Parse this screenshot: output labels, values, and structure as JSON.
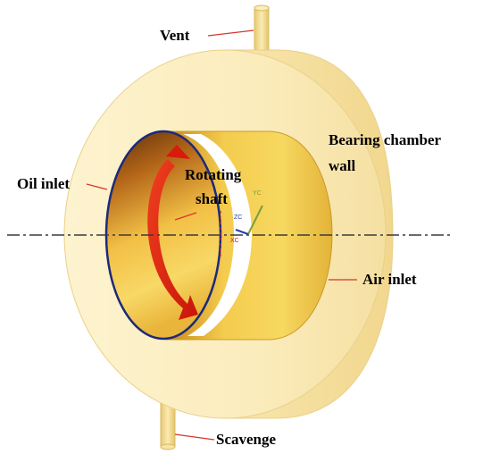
{
  "labels": {
    "vent": "Vent",
    "bearing_line1": "Bearing chamber",
    "bearing_line2": "wall",
    "oil_inlet": "Oil inlet",
    "rotating_line1": "Rotating",
    "rotating_line2": "shaft",
    "air_inlet": "Air inlet",
    "scavenge": "Scavenge"
  },
  "axis_labels": {
    "yc": "YC",
    "zc": "ZC",
    "xc": "XC"
  },
  "colors": {
    "chamber_fill": "#fdf1c4",
    "chamber_side": "#f6e0a1",
    "shaft_gold": "#e7a820",
    "shaft_rim": "#1c2a7a",
    "arrow_red": "#e41e12",
    "leader_red": "#d9342b",
    "pipe": "#f3dc8e"
  }
}
